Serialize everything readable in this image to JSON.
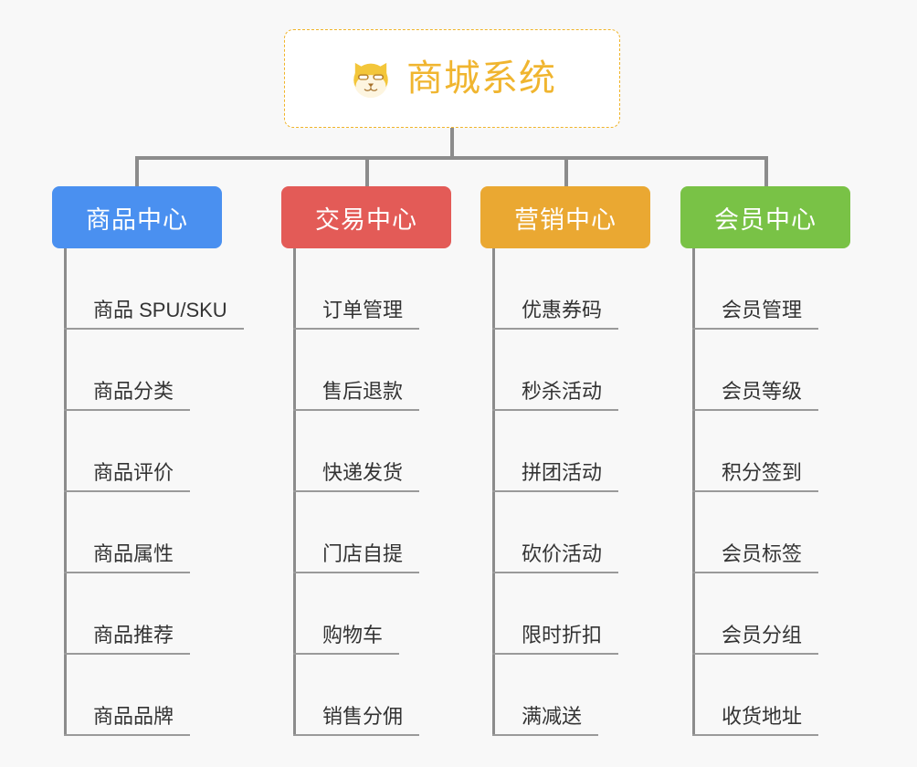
{
  "diagram": {
    "type": "org-tree",
    "background_color": "#f8f8f8",
    "connector_color": "#8c8c8c",
    "root": {
      "title": "商城系统",
      "icon": "shiba-dog-icon",
      "text_color": "#f0b52f",
      "border_color": "#f0b429",
      "background_color": "#ffffff",
      "border_style": "dashed"
    },
    "branches": [
      {
        "title": "商品中心",
        "color": "#4a90f0",
        "items": [
          {
            "label": "商品 SPU/SKU"
          },
          {
            "label": "商品分类"
          },
          {
            "label": "商品评价"
          },
          {
            "label": "商品属性"
          },
          {
            "label": "商品推荐"
          },
          {
            "label": "商品品牌"
          }
        ]
      },
      {
        "title": "交易中心",
        "color": "#e35b57",
        "items": [
          {
            "label": "订单管理"
          },
          {
            "label": "售后退款"
          },
          {
            "label": "快递发货"
          },
          {
            "label": "门店自提"
          },
          {
            "label": "购物车"
          },
          {
            "label": "销售分佣"
          }
        ]
      },
      {
        "title": "营销中心",
        "color": "#eaa832",
        "items": [
          {
            "label": "优惠券码"
          },
          {
            "label": "秒杀活动"
          },
          {
            "label": "拼团活动"
          },
          {
            "label": "砍价活动"
          },
          {
            "label": "限时折扣"
          },
          {
            "label": "满减送"
          }
        ]
      },
      {
        "title": "会员中心",
        "color": "#79c246",
        "items": [
          {
            "label": "会员管理"
          },
          {
            "label": "会员等级"
          },
          {
            "label": "积分签到"
          },
          {
            "label": "会员标签"
          },
          {
            "label": "会员分组"
          },
          {
            "label": "收货地址"
          }
        ]
      }
    ]
  }
}
